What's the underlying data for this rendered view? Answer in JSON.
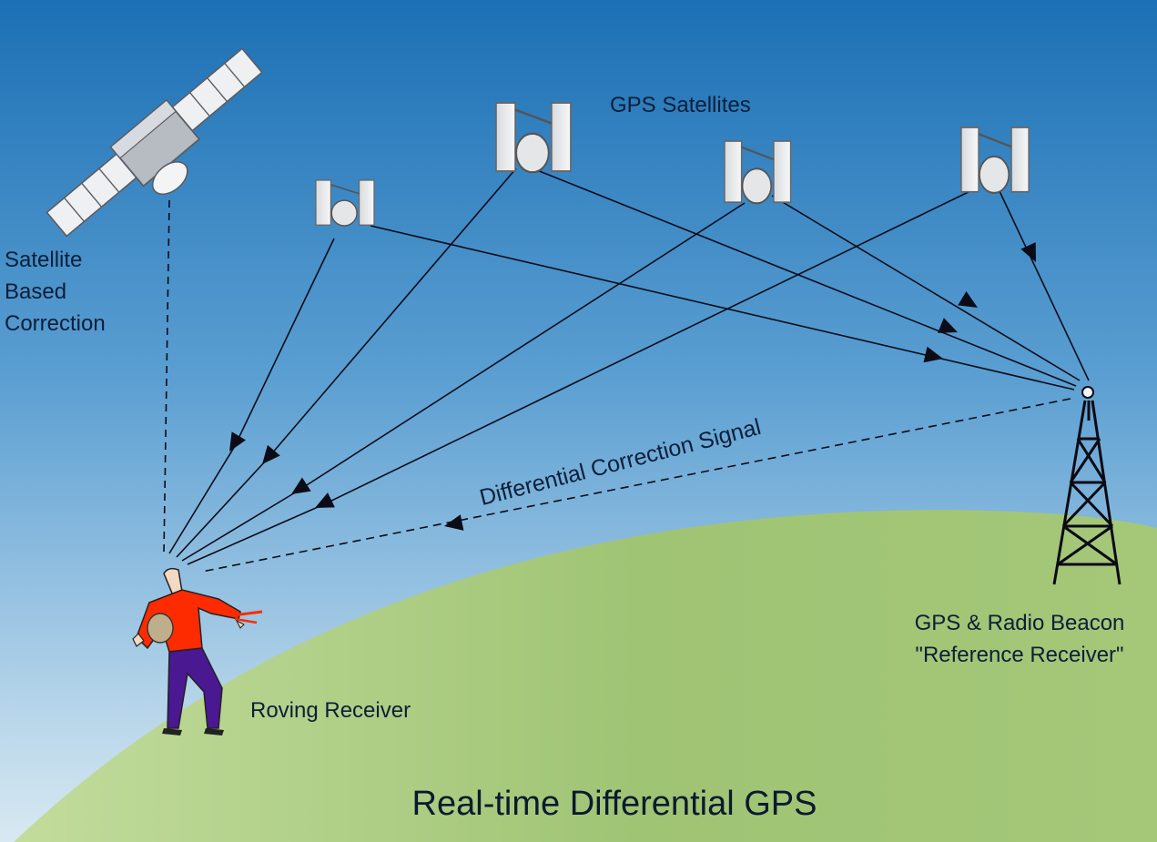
{
  "title": "Real-time Differential GPS",
  "labels": {
    "gps_satellites": "GPS Satellites",
    "satellite_based_correction": "Satellite\nBased\nCorrection",
    "reference_receiver": "GPS & Radio Beacon\n\"Reference Receiver\"",
    "roving_receiver": "Roving Receiver",
    "differential_correction_signal": "Differential Correction Signal"
  },
  "colors": {
    "sky_top": "#1c70b5",
    "sky_bottom": "#cfe3ef",
    "ground": "#a4c778",
    "person_shirt": "#ff2b00",
    "person_pants": "#4a1891",
    "text": "#0c1f38"
  },
  "icons": [
    "correction-satellite-icon",
    "gps-satellite-icon",
    "radio-tower-icon",
    "surveyor-figure-icon"
  ]
}
